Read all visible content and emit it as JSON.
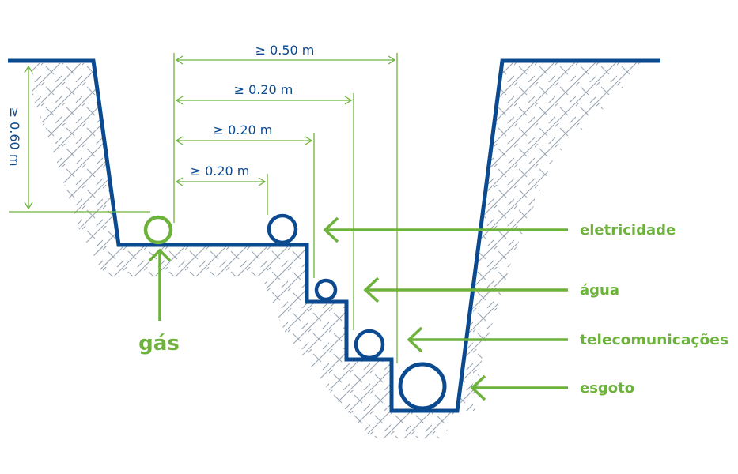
{
  "colors": {
    "trench": "#0b4a8f",
    "accent": "#6db23a",
    "hatch": "#9aa6b2"
  },
  "dimensions": {
    "depth": "≥ 0.60 m",
    "spacing_sewer": "≥ 0.50 m",
    "spacing_telecom": "≥ 0.20 m",
    "spacing_water": "≥ 0.20 m",
    "spacing_electric": "≥ 0.20 m"
  },
  "labels": {
    "gas": "gás",
    "electricity": "eletricidade",
    "water": "água",
    "telecom": "telecomunicações",
    "sewer": "esgoto"
  }
}
